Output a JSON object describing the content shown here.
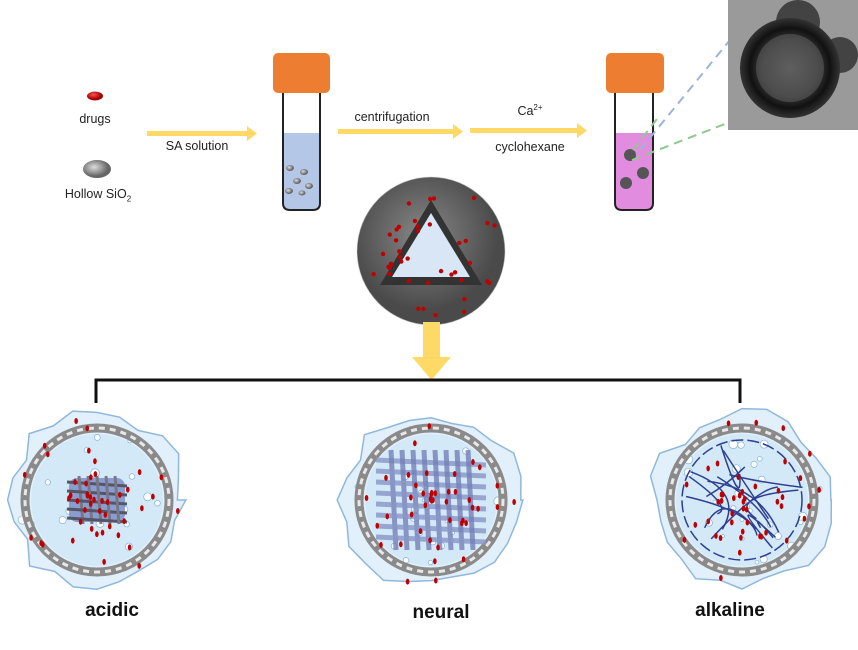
{
  "legend": {
    "drugs_label": "drugs",
    "hollow_label": "Hollow SiO",
    "hollow_sub": "2"
  },
  "steps": {
    "step1_label": "SA solution",
    "step2_label": "centrifugation",
    "step3_top": "Ca",
    "step3_top_sup": "2+",
    "step3_bottom": "cyclohexane"
  },
  "conditions": [
    {
      "label": "acidic",
      "core": "dense"
    },
    {
      "label": "neural",
      "core": "mesh"
    },
    {
      "label": "alkaline",
      "core": "loose"
    }
  ],
  "colors": {
    "arrow": "#FFD966",
    "cap": "#ED7D31",
    "liquid1": "#B4C7E7",
    "liquid2": "#E28CE0",
    "drug": "#C00000",
    "shell": "#E1F0FB"
  }
}
